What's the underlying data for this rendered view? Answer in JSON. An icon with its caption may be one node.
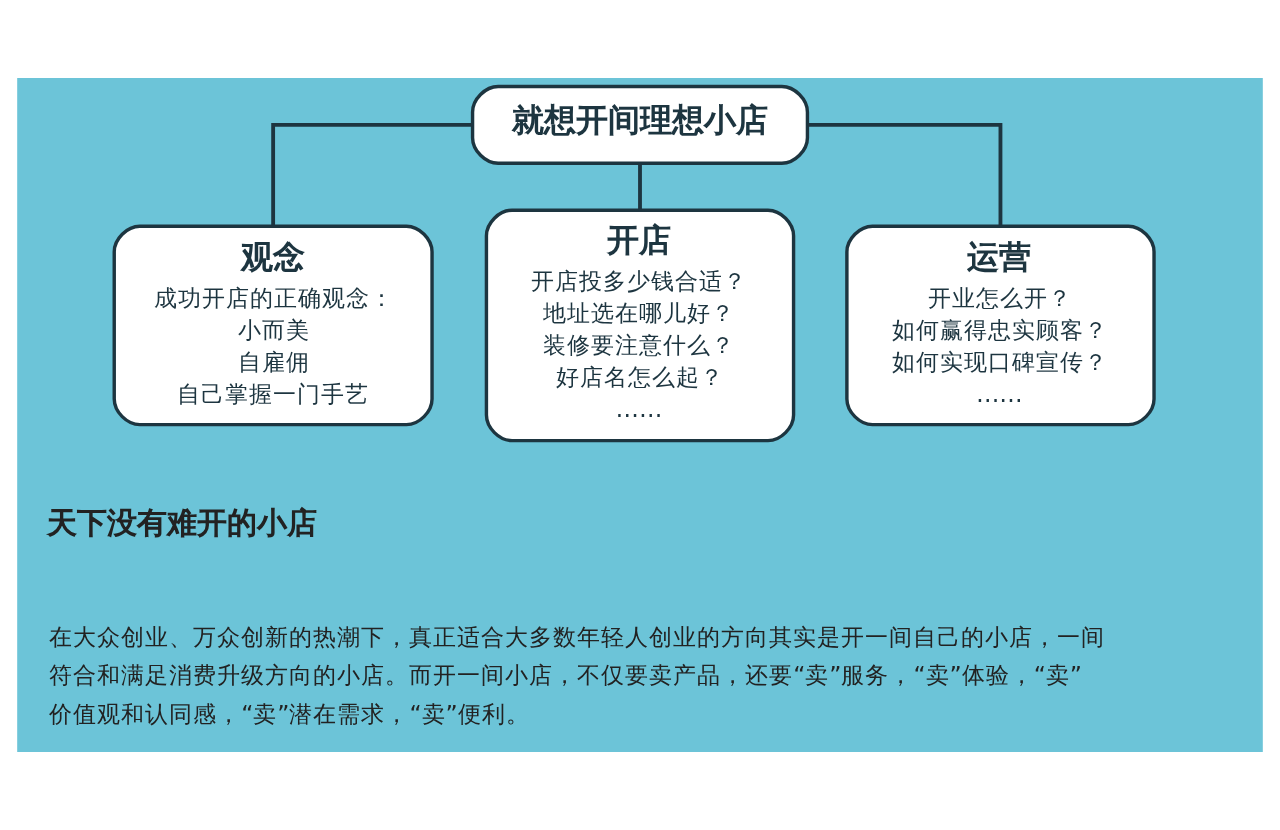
{
  "diagram": {
    "nodes": [
      {
        "text": [
          "就想开间理想小店"
        ]
      },
      {
        "text": [
          "观念",
          "成功开店的正确观念：",
          "小而美",
          "自雇佣",
          "自己掌握一门手艺"
        ]
      },
      {
        "text": [
          "开店",
          "开店投多少钱合适？",
          "地址选在哪儿好？",
          "装修要注意什么？",
          "好店名怎么起？",
          "……"
        ]
      },
      {
        "text": [
          "运营",
          "开业怎么开？",
          "如何赢得忠实顾客？",
          "如何实现口碑宣传？",
          "……"
        ]
      }
    ],
    "edges": [
      {
        "from": 0,
        "to": 1,
        "arrow": "none"
      },
      {
        "from": 0,
        "to": 2,
        "arrow": "none"
      },
      {
        "from": 0,
        "to": 3,
        "arrow": "none"
      }
    ],
    "labels": [
      "天下没有难开的小店",
      "在大众创业、万众创新的热潮下，真正适合大多数年轻人创业的方向其实是开一间自己的小店，一间符合和满足消费升级方向的小店。而开一间小店，不仅要卖产品，还要“卖”服务，“卖”体验，“卖”价值观和认同感，“卖”潜在需求，“卖”便利。"
    ]
  }
}
